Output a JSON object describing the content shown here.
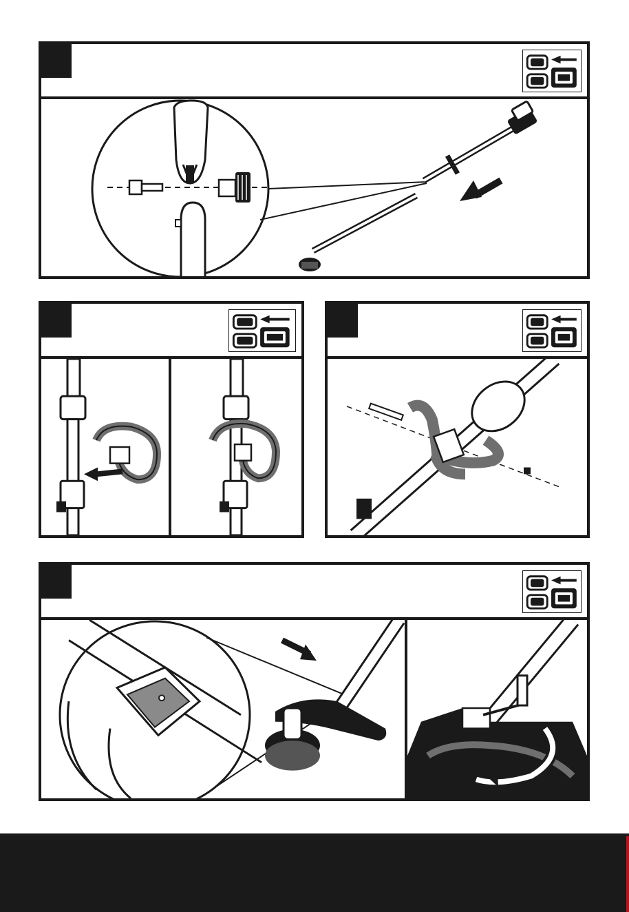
{
  "document": {
    "steps": [
      {
        "id": "attach-shaft",
        "badge_icon": "battery-removed-icon"
      },
      {
        "id": "position-handle",
        "badge_icon": "battery-removed-icon"
      },
      {
        "id": "fasten-handle",
        "badge_icon": "battery-removed-icon"
      },
      {
        "id": "attach-guard",
        "badge_icon": "battery-removed-icon"
      }
    ],
    "colors": {
      "ink": "#1a1a1a",
      "handle_gray": "#6f6f6f",
      "footer": "#1a1a1a",
      "footer_accent": "#b8141e"
    }
  }
}
